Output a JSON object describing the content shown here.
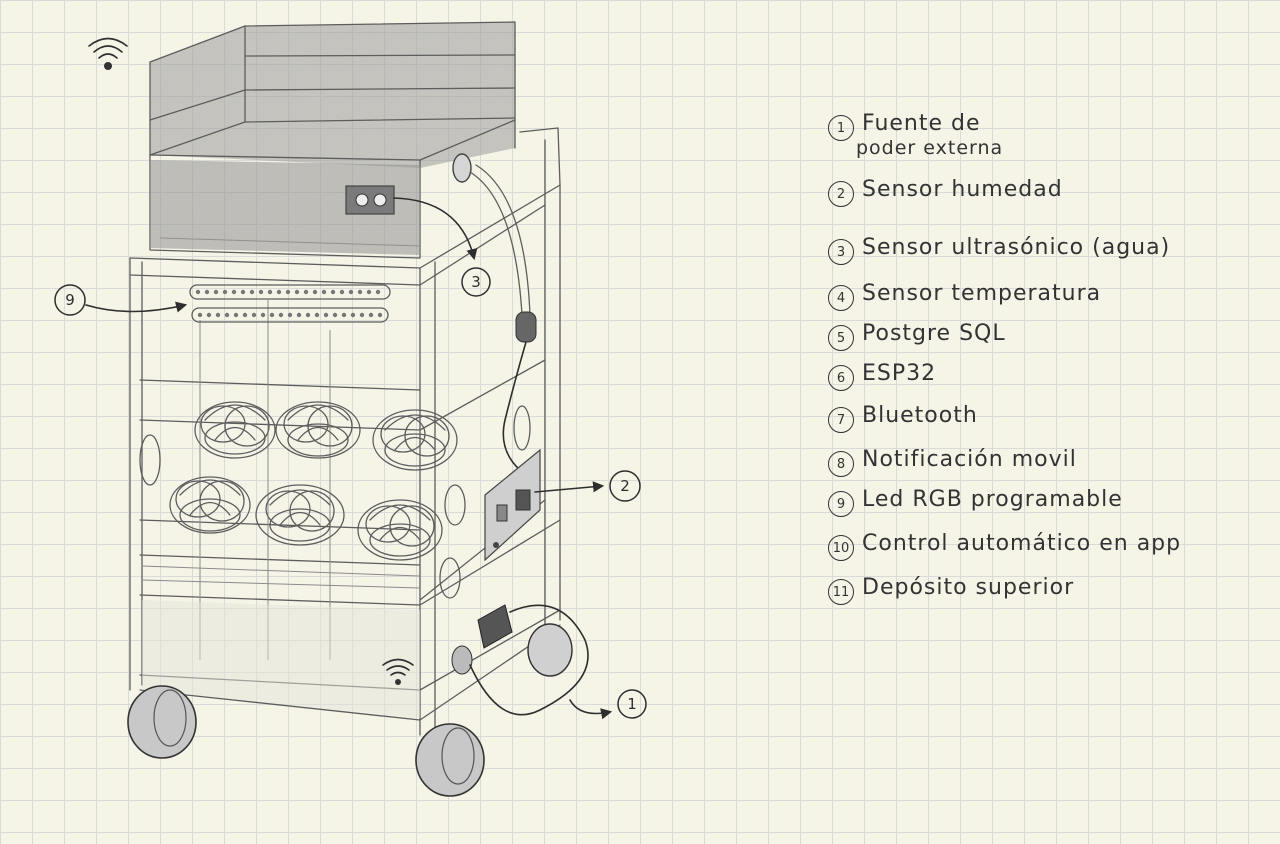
{
  "callouts": [
    {
      "number": "1",
      "label": "Fuente de",
      "label_line2": "poder externa"
    },
    {
      "number": "2",
      "label": "Sensor humedad"
    },
    {
      "number": "3",
      "label": "Sensor ultrasónico (agua)"
    },
    {
      "number": "4",
      "label": "Sensor temperatura"
    },
    {
      "number": "5",
      "label": "Postgre SQL"
    },
    {
      "number": "6",
      "label": "ESP32"
    },
    {
      "number": "7",
      "label": "Bluetooth"
    },
    {
      "number": "8",
      "label": "Notificación movil"
    },
    {
      "number": "9",
      "label": "Led RGB programable"
    },
    {
      "number": "10",
      "label": "Control automático en app"
    },
    {
      "number": "11",
      "label": "Depósito superior"
    }
  ],
  "colors": {
    "paper": "#f6f4e7",
    "grid": "#d9dbd6",
    "pencil": "#5d5d5d",
    "ink": "#2e2e2e",
    "shading": "#8c8c8c"
  },
  "icons": [
    "wifi-icon"
  ]
}
